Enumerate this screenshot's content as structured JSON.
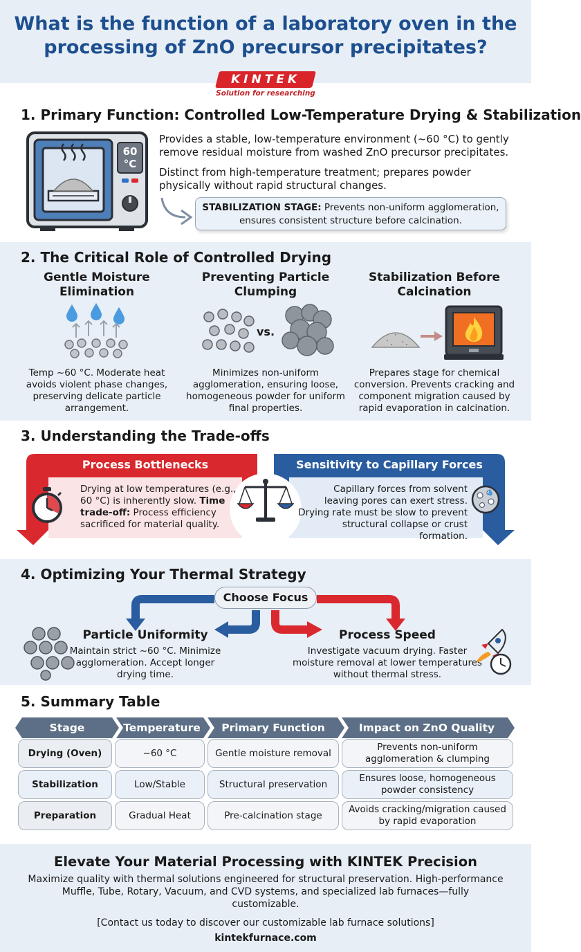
{
  "title": "What is the function of a laboratory oven in the processing of ZnO precursor precipitates?",
  "logo": {
    "brand": "KINTEK",
    "tagline": "Solution for researching"
  },
  "section1": {
    "heading": "1. Primary Function: Controlled Low-Temperature Drying & Stabilization",
    "oven_display": "60 °C",
    "para1": "Provides a stable, low-temperature environment (~60 °C) to gently remove residual moisture from washed ZnO precursor precipitates.",
    "para2": "Distinct from high-temperature treatment; prepares powder physically without rapid structural changes.",
    "callout_bold": "STABILIZATION STAGE:",
    "callout_text": " Prevents non-uniform agglomeration, ensures consistent structure before calcination."
  },
  "section2": {
    "heading": "2. The Critical Role of Controlled Drying",
    "columns": [
      {
        "title": "Gentle Moisture Elimination",
        "text": "Temp ~60 °C. Moderate heat avoids violent phase changes, preserving delicate particle arrangement."
      },
      {
        "title": "Preventing Particle Clumping",
        "text": "Minimizes non-uniform agglomeration, ensuring loose, homogeneous powder for uniform final properties.",
        "vs": "vs."
      },
      {
        "title": "Stabilization Before Calcination",
        "text": "Prepares stage for chemical conversion. Prevents cracking and component migration caused by rapid evaporation in calcination."
      }
    ]
  },
  "section3": {
    "heading": "3. Understanding the Trade-offs",
    "left": {
      "title": "Process Bottlenecks",
      "text": "Drying at low temperatures (e.g., 60 °C) is inherently slow.",
      "bold": "Time trade-off:",
      "text2": " Process efficiency sacrificed for material quality."
    },
    "right": {
      "title": "Sensitivity to Capillary Forces",
      "text": "Capillary forces from solvent leaving pores can exert stress. Drying rate must be slow to prevent structural collapse or crust formation."
    },
    "colors": {
      "red": "#d9292e",
      "blue": "#2a5d9f"
    }
  },
  "section4": {
    "heading": "4. Optimizing Your Thermal Strategy",
    "focus": "Choose Focus",
    "left": {
      "title": "Particle Uniformity",
      "text": "Maintain strict ~60 °C. Minimize agglomeration. Accept longer drying time."
    },
    "right": {
      "title": "Process Speed",
      "text": "Investigate vacuum drying. Faster moisture removal at lower temperatures without thermal stress."
    }
  },
  "section5": {
    "heading": "5. Summary Table",
    "headers": [
      "Stage",
      "Temperature",
      "Primary Function",
      "Impact on ZnO Quality"
    ],
    "rows": [
      [
        "Drying (Oven)",
        "~60 °C",
        "Gentle moisture removal",
        "Prevents non-uniform agglomeration & clumping"
      ],
      [
        "Stabilization",
        "Low/Stable",
        "Structural preservation",
        "Ensures loose, homogeneous powder consistency"
      ],
      [
        "Preparation",
        "Gradual Heat",
        "Pre-calcination stage",
        "Avoids cracking/migration caused by rapid evaporation"
      ]
    ],
    "header_color": "#5c6f86"
  },
  "footer": {
    "title": "Elevate Your Material Processing with KINTEK Precision",
    "text": "Maximize quality with thermal solutions engineered for structural preservation. High-performance Muffle, Tube, Rotary, Vacuum, and CVD systems, and specialized lab furnaces—fully customizable.",
    "cta": "[Contact us today to discover our customizable lab furnace solutions]",
    "url": "kintekfurnace.com"
  }
}
